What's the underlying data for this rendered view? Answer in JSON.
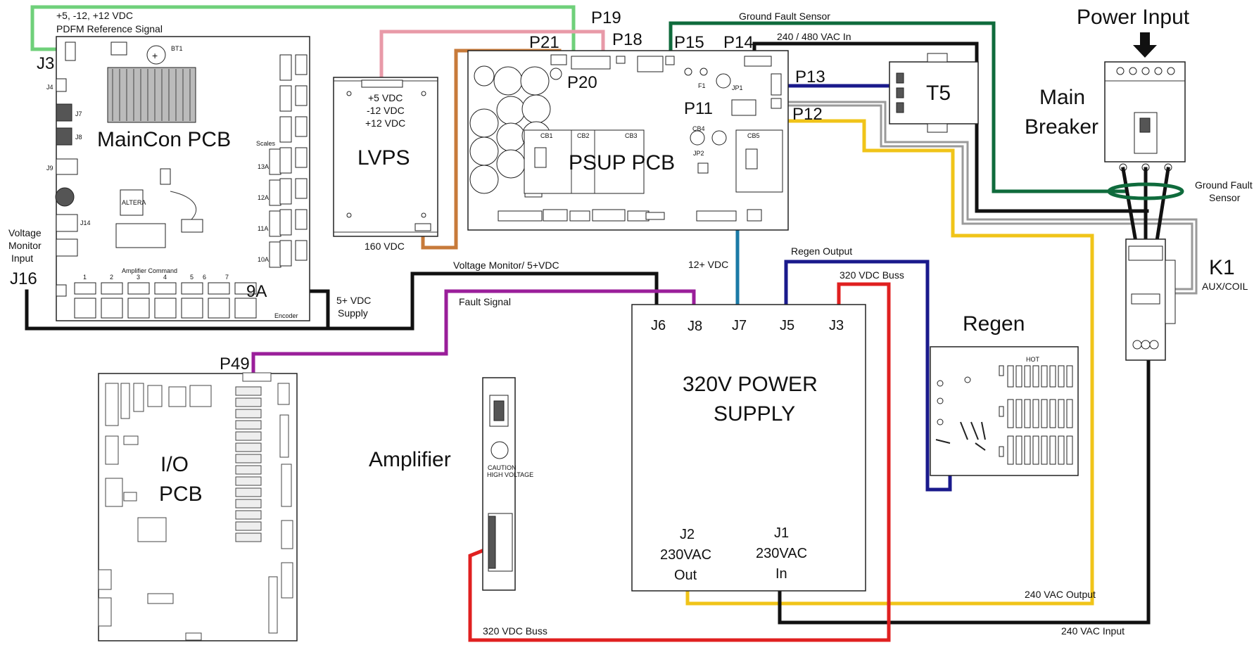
{
  "components": {
    "maincon": "MainCon PCB",
    "lvps": "LVPS",
    "lvps_outputs": [
      "+5 VDC",
      "-12 VDC",
      "+12 VDC"
    ],
    "psup": "PSUP PCB",
    "io_line1": "I/O",
    "io_line2": "PCB",
    "amplifier": "Amplifier",
    "power_supply_line1": "320V POWER",
    "power_supply_line2": "SUPPLY",
    "regen": "Regen",
    "t5": "T5",
    "main_breaker_line1": "Main",
    "main_breaker_line2": "Breaker",
    "power_input": "Power Input",
    "k1": "K1",
    "k1_sub": "AUX/COIL"
  },
  "connectors": {
    "j3_maincon": "J3",
    "j16": "J16",
    "p49": "P49",
    "p19": "P19",
    "p21": "P21",
    "p18": "P18",
    "p15": "P15",
    "p14": "P14",
    "p20": "P20",
    "p13": "P13",
    "p11": "P11",
    "p12": "P12",
    "j6": "J6",
    "j8": "J8",
    "j7": "J7",
    "j5": "J5",
    "j3_ps": "J3",
    "j2_line1": "J2",
    "j2_line2": "230VAC",
    "j2_line3": "Out",
    "j1_line1": "J1",
    "j1_line2": "230VAC",
    "j1_line3": "In",
    "nine_a": "9A"
  },
  "wire_labels": {
    "pdfm_line1": "+5, -12, +12 VDC",
    "pdfm_line2": "PDFM Reference Signal",
    "ground_fault": "Ground Fault Sensor",
    "ac_in": "240 / 480 VAC In",
    "vdc160": "160 VDC",
    "vdc12": "12+ VDC",
    "voltage_monitor": "Voltage Monitor/ 5+VDC",
    "fault_signal": "Fault Signal",
    "regen_output": "Regen Output",
    "buss_top": "320 VDC Buss",
    "buss_bottom": "320 VDC Buss",
    "vac_output": "240 VAC Output",
    "vac_input": "240 VAC Input",
    "supply_line1": "5+ VDC",
    "supply_line2": "Supply",
    "vm_input_line1": "Voltage",
    "vm_input_line2": "Monitor",
    "vm_input_line3": "Input",
    "gf_sensor_line1": "Ground Fault",
    "gf_sensor_line2": "Sensor"
  },
  "board_labels": {
    "amp_command": "Amplifier Command",
    "amp_channels": [
      "1",
      "2",
      "3",
      "4",
      "5",
      "6",
      "7"
    ],
    "scales": "Scales",
    "scale_labels": [
      "13A",
      "12A",
      "11A",
      "10A"
    ],
    "encoder": "Encoder",
    "altera": "ALTERA",
    "bt1": "BT1",
    "j4": "J4",
    "j7_mc": "J7",
    "j8_mc": "J8",
    "j9": "J9",
    "j14": "J14",
    "cb1": "CB1",
    "cb2": "CB2",
    "cb3": "CB3",
    "cb4": "CB4",
    "cb5": "CB5",
    "jp1": "JP1",
    "jp2": "JP2",
    "f1": "F1",
    "caution_line1": "CAUTION",
    "caution_line2": "HIGH VOLTAGE",
    "hot": "HOT"
  },
  "colors": {
    "green_light": "#6fd07a",
    "pink": "#e89aa8",
    "orange": "#c77a3a",
    "teal": "#1b7aa6",
    "dark_green": "#0f6b3c",
    "black": "#111111",
    "navy": "#1a1a8c",
    "yellow": "#f0c419",
    "gray": "#9a9a9a",
    "purple": "#9a1e9a",
    "red": "#e02020"
  }
}
